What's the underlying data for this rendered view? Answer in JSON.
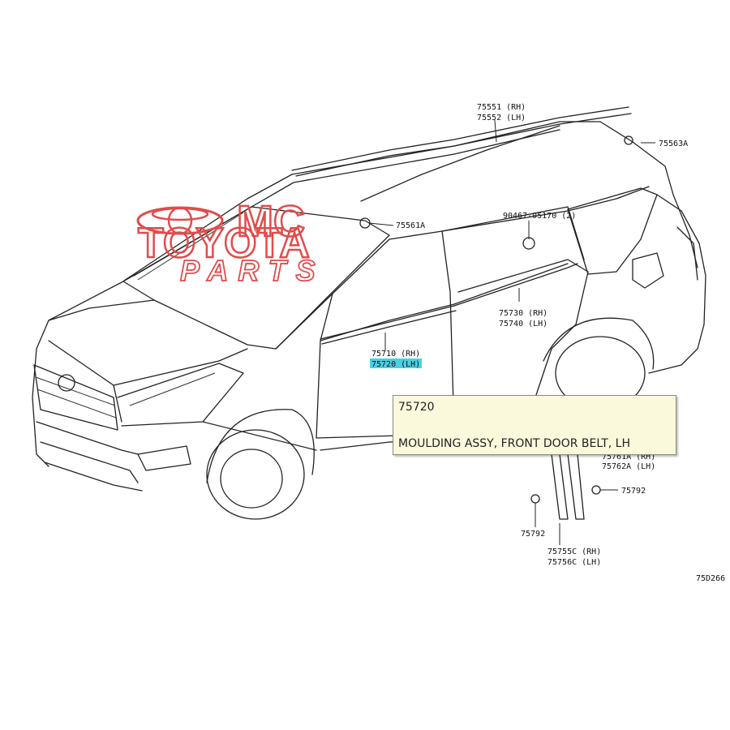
{
  "watermark": {
    "line1": "MC",
    "line2": "TOYOTA",
    "line3": "PARTS"
  },
  "callouts": [
    {
      "id": "75551",
      "text": "75551 (RH)"
    },
    {
      "id": "75552",
      "text": "75552 (LH)"
    },
    {
      "id": "75563A",
      "text": "75563A"
    },
    {
      "id": "75561A",
      "text": "75561A"
    },
    {
      "id": "90467",
      "text": "90467-05170 (2)"
    },
    {
      "id": "75730",
      "text": "75730 (RH)"
    },
    {
      "id": "75740",
      "text": "75740 (LH)"
    },
    {
      "id": "75710",
      "text": "75710 (RH)"
    },
    {
      "id": "75720",
      "text": "75720 (LH)"
    },
    {
      "id": "75761A",
      "text": "75761A (RH)"
    },
    {
      "id": "75762A",
      "text": "75762A (LH)"
    },
    {
      "id": "75792a",
      "text": "75792"
    },
    {
      "id": "75792b",
      "text": "75792"
    },
    {
      "id": "75755C",
      "text": "75755C (RH)"
    },
    {
      "id": "75756C",
      "text": "75756C (LH)"
    }
  ],
  "figure_code": "75D266",
  "tooltip": {
    "part_number": "75720",
    "description": "MOULDING ASSY, FRONT DOOR BELT, LH"
  },
  "colors": {
    "watermark": "#e24b4b",
    "highlight": "#49d0e3",
    "tooltip_bg": "#fbf9dc"
  }
}
